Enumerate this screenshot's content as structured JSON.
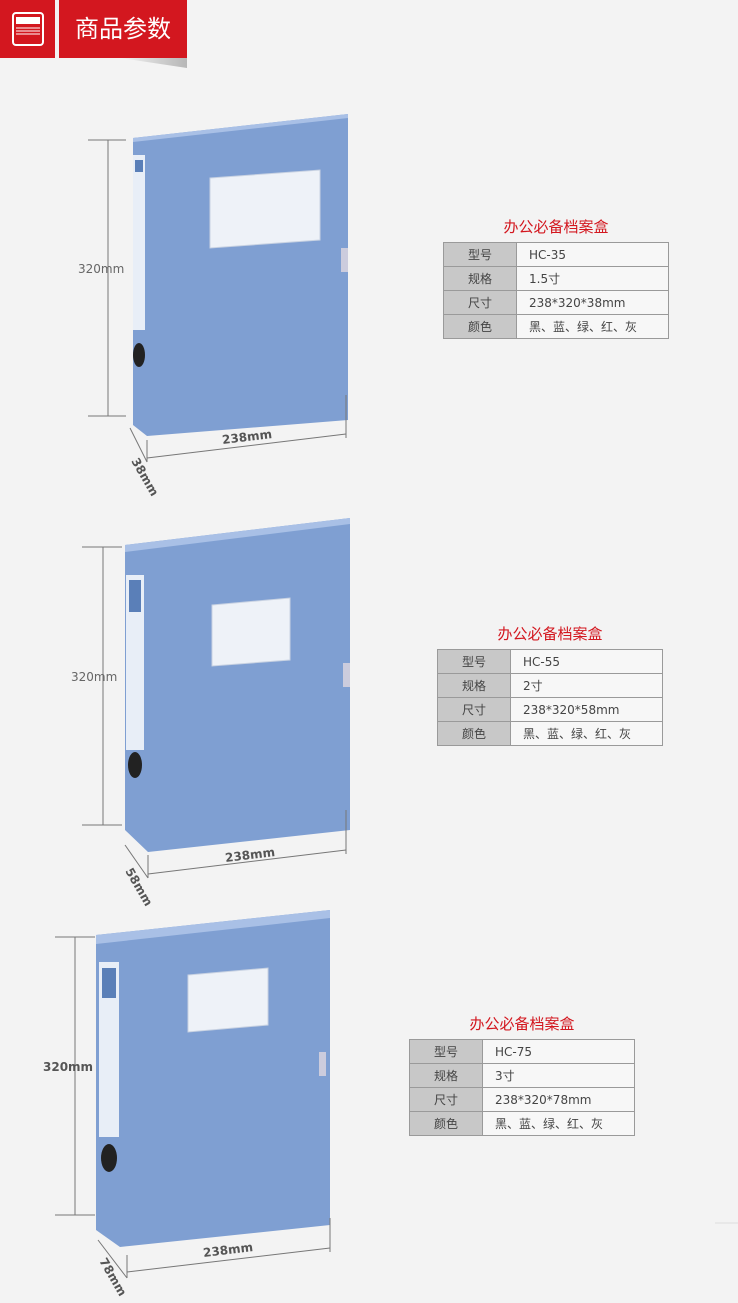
{
  "header": {
    "title": "商品参数",
    "icon": "document-icon"
  },
  "colors": {
    "accent": "#d3171f",
    "box_blue": "#7f9fd2"
  },
  "products": [
    {
      "title": "办公必备档案盒",
      "height_label": "320mm",
      "width_label": "238mm",
      "depth_label": "38mm",
      "rows": [
        {
          "k": "型号",
          "v": "HC-35"
        },
        {
          "k": "规格",
          "v": "1.5寸"
        },
        {
          "k": "尺寸",
          "v": "238*320*38mm"
        },
        {
          "k": "颜色",
          "v": "黑、蓝、绿、红、灰"
        }
      ]
    },
    {
      "title": "办公必备档案盒",
      "height_label": "320mm",
      "width_label": "238mm",
      "depth_label": "58mm",
      "rows": [
        {
          "k": "型号",
          "v": "HC-55"
        },
        {
          "k": "规格",
          "v": "2寸"
        },
        {
          "k": "尺寸",
          "v": "238*320*58mm"
        },
        {
          "k": "颜色",
          "v": "黑、蓝、绿、红、灰"
        }
      ]
    },
    {
      "title": "办公必备档案盒",
      "height_label": "320mm",
      "width_label": "238mm",
      "depth_label": "78mm",
      "rows": [
        {
          "k": "型号",
          "v": "HC-75"
        },
        {
          "k": "规格",
          "v": "3寸"
        },
        {
          "k": "尺寸",
          "v": "238*320*78mm"
        },
        {
          "k": "颜色",
          "v": "黑、蓝、绿、红、灰"
        }
      ]
    }
  ]
}
